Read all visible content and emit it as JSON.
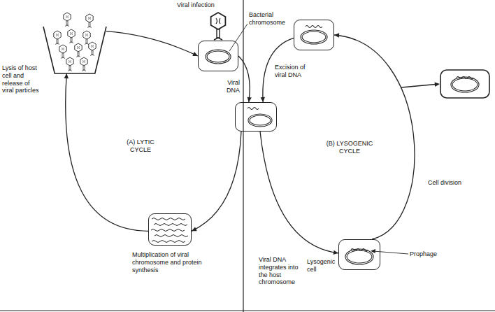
{
  "diagram": {
    "nodes": [
      {
        "text": [
          "Viral infection"
        ]
      },
      {
        "text": [
          "Viral DNA"
        ]
      },
      {
        "text": [
          "Multiplication of viral chromosome and protein synthesis"
        ]
      },
      {
        "text": [
          "Lysis of host cell and release of viral particles"
        ]
      },
      {
        "text": [
          "Excision of viral DNA"
        ]
      },
      {
        "text": [
          "Lysogenic cell"
        ]
      }
    ],
    "edges": [
      {
        "from": 3,
        "to": 0,
        "arrow": "to"
      },
      {
        "from": 0,
        "to": 1,
        "arrow": "to"
      },
      {
        "from": 1,
        "to": 2,
        "arrow": "to"
      },
      {
        "from": 2,
        "to": 3,
        "arrow": "to"
      },
      {
        "from": 4,
        "to": 1,
        "arrow": "to"
      },
      {
        "from": 1,
        "to": 5,
        "arrow": "to",
        "label": "Viral DNA integrates into the host chromosome"
      },
      {
        "from": 5,
        "to": 4,
        "arrow": "to",
        "label": "Cell division"
      }
    ],
    "labels": [
      "Bacterial chromosome",
      "(A) LYTIC CYCLE",
      "(B) LYSOGENIC CYCLE",
      "Prophage"
    ]
  }
}
